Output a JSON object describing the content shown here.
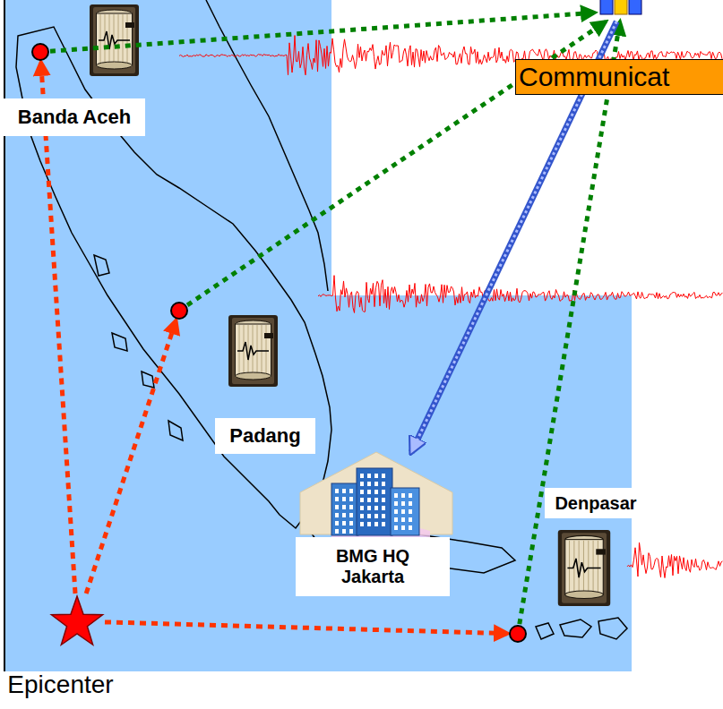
{
  "diagram": {
    "nodes": [
      {
        "text": [
          "Banda Aceh"
        ]
      },
      {
        "text": [
          "Communicat"
        ]
      },
      {
        "text": [
          "Padang"
        ]
      },
      {
        "text": [
          "Denpasar"
        ]
      },
      {
        "text": [
          "BMG HQ Jakarta"
        ]
      },
      {
        "text": [
          "Epicenter"
        ]
      }
    ],
    "edges": [
      {
        "from": 5,
        "to": 0,
        "arrow": "to"
      },
      {
        "from": 5,
        "to": 2,
        "arrow": "to"
      },
      {
        "from": 5,
        "to": 3,
        "arrow": "to"
      },
      {
        "from": 0,
        "to": 1,
        "arrow": "to"
      },
      {
        "from": 2,
        "to": 1,
        "arrow": "to"
      },
      {
        "from": 3,
        "to": 1,
        "arrow": "to"
      },
      {
        "from": 1,
        "to": 4,
        "arrow": "to"
      }
    ]
  }
}
